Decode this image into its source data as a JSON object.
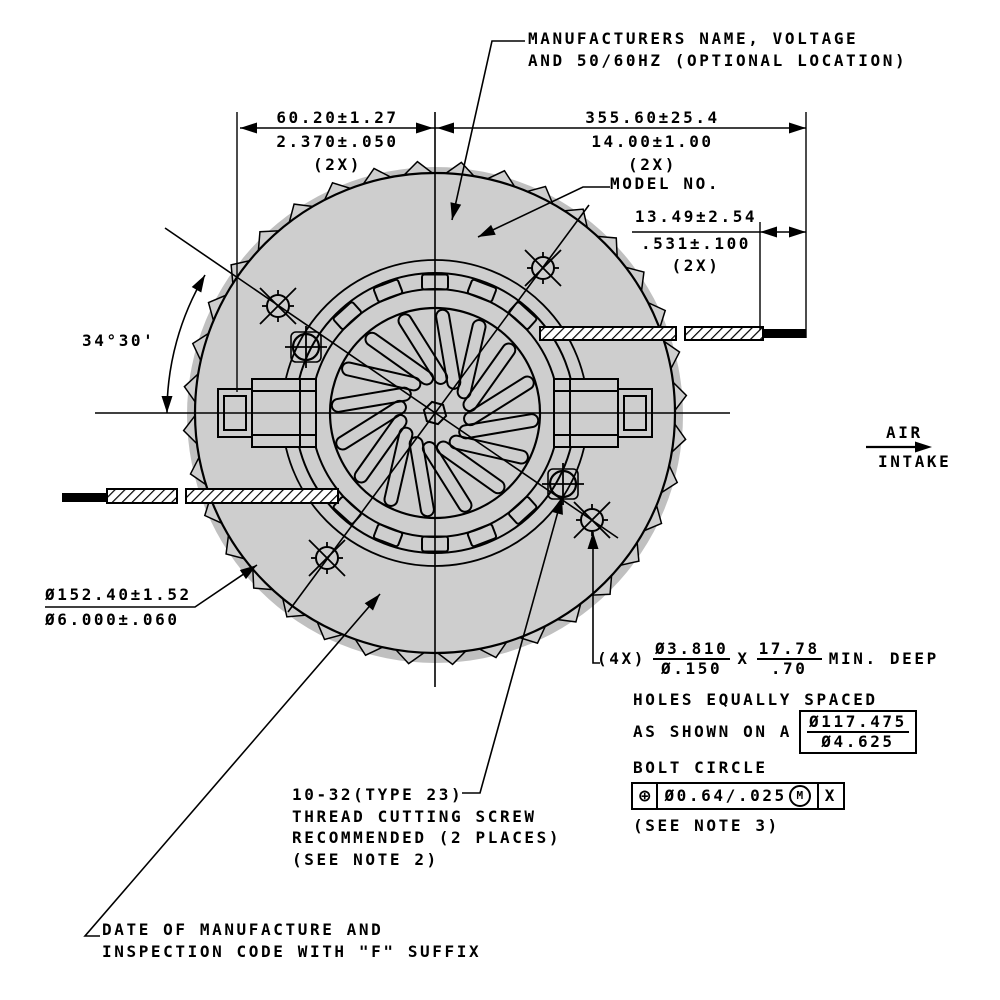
{
  "colors": {
    "body_gray": "#cecece",
    "shadow_gray": "#c0c0c0",
    "line": "#000000"
  },
  "labels": {
    "manufacturer_line1": "MANUFACTURERS NAME, VOLTAGE",
    "manufacturer_line2": "AND 50/60HZ (OPTIONAL LOCATION)",
    "model_no": "MODEL NO.",
    "air_line1": "AIR",
    "air_line2": "INTAKE"
  },
  "dimensions": {
    "flange_width": {
      "metric": "60.20±1.27",
      "inch": "2.370±.050",
      "qty": "(2X)"
    },
    "lead_length": {
      "metric": "355.60±25.4",
      "inch": "14.00±1.00",
      "qty": "(2X)"
    },
    "lead_strip": {
      "metric": "13.49±2.54",
      "inch": ".531±.100",
      "qty": "(2X)"
    },
    "mount_hole_angle": "34°30'",
    "body_diameter": {
      "metric": "Ø152.40±1.52",
      "inch": "Ø6.000±.060"
    }
  },
  "hole_callout": {
    "qty": "(4X)",
    "hole_dia_metric": "Ø3.810",
    "hole_dia_inch": "Ø.150",
    "by": "X",
    "depth_metric": "17.78",
    "depth_inch": ".70",
    "depth_suffix": "MIN. DEEP",
    "line2": "HOLES EQUALLY SPACED",
    "line3": "AS SHOWN ON A",
    "bolt_circle_metric": "Ø117.475",
    "bolt_circle_inch": "Ø4.625",
    "line4": "BOLT CIRCLE",
    "fcf_symbol": "⊕",
    "fcf_tolerance": "Ø0.64/.025",
    "fcf_modifier": "M",
    "fcf_datum": "X",
    "line5": "(SEE NOTE 3)"
  },
  "screw_callout": {
    "line1": "10-32(TYPE 23)",
    "line2": "THREAD CUTTING SCREW",
    "line3": "RECOMMENDED (2 PLACES)",
    "line4": "(SEE NOTE 2)"
  },
  "date_callout": {
    "line1": "DATE OF MANUFACTURE AND",
    "line2": "INSPECTION CODE WITH \"F\" SUFFIX"
  }
}
